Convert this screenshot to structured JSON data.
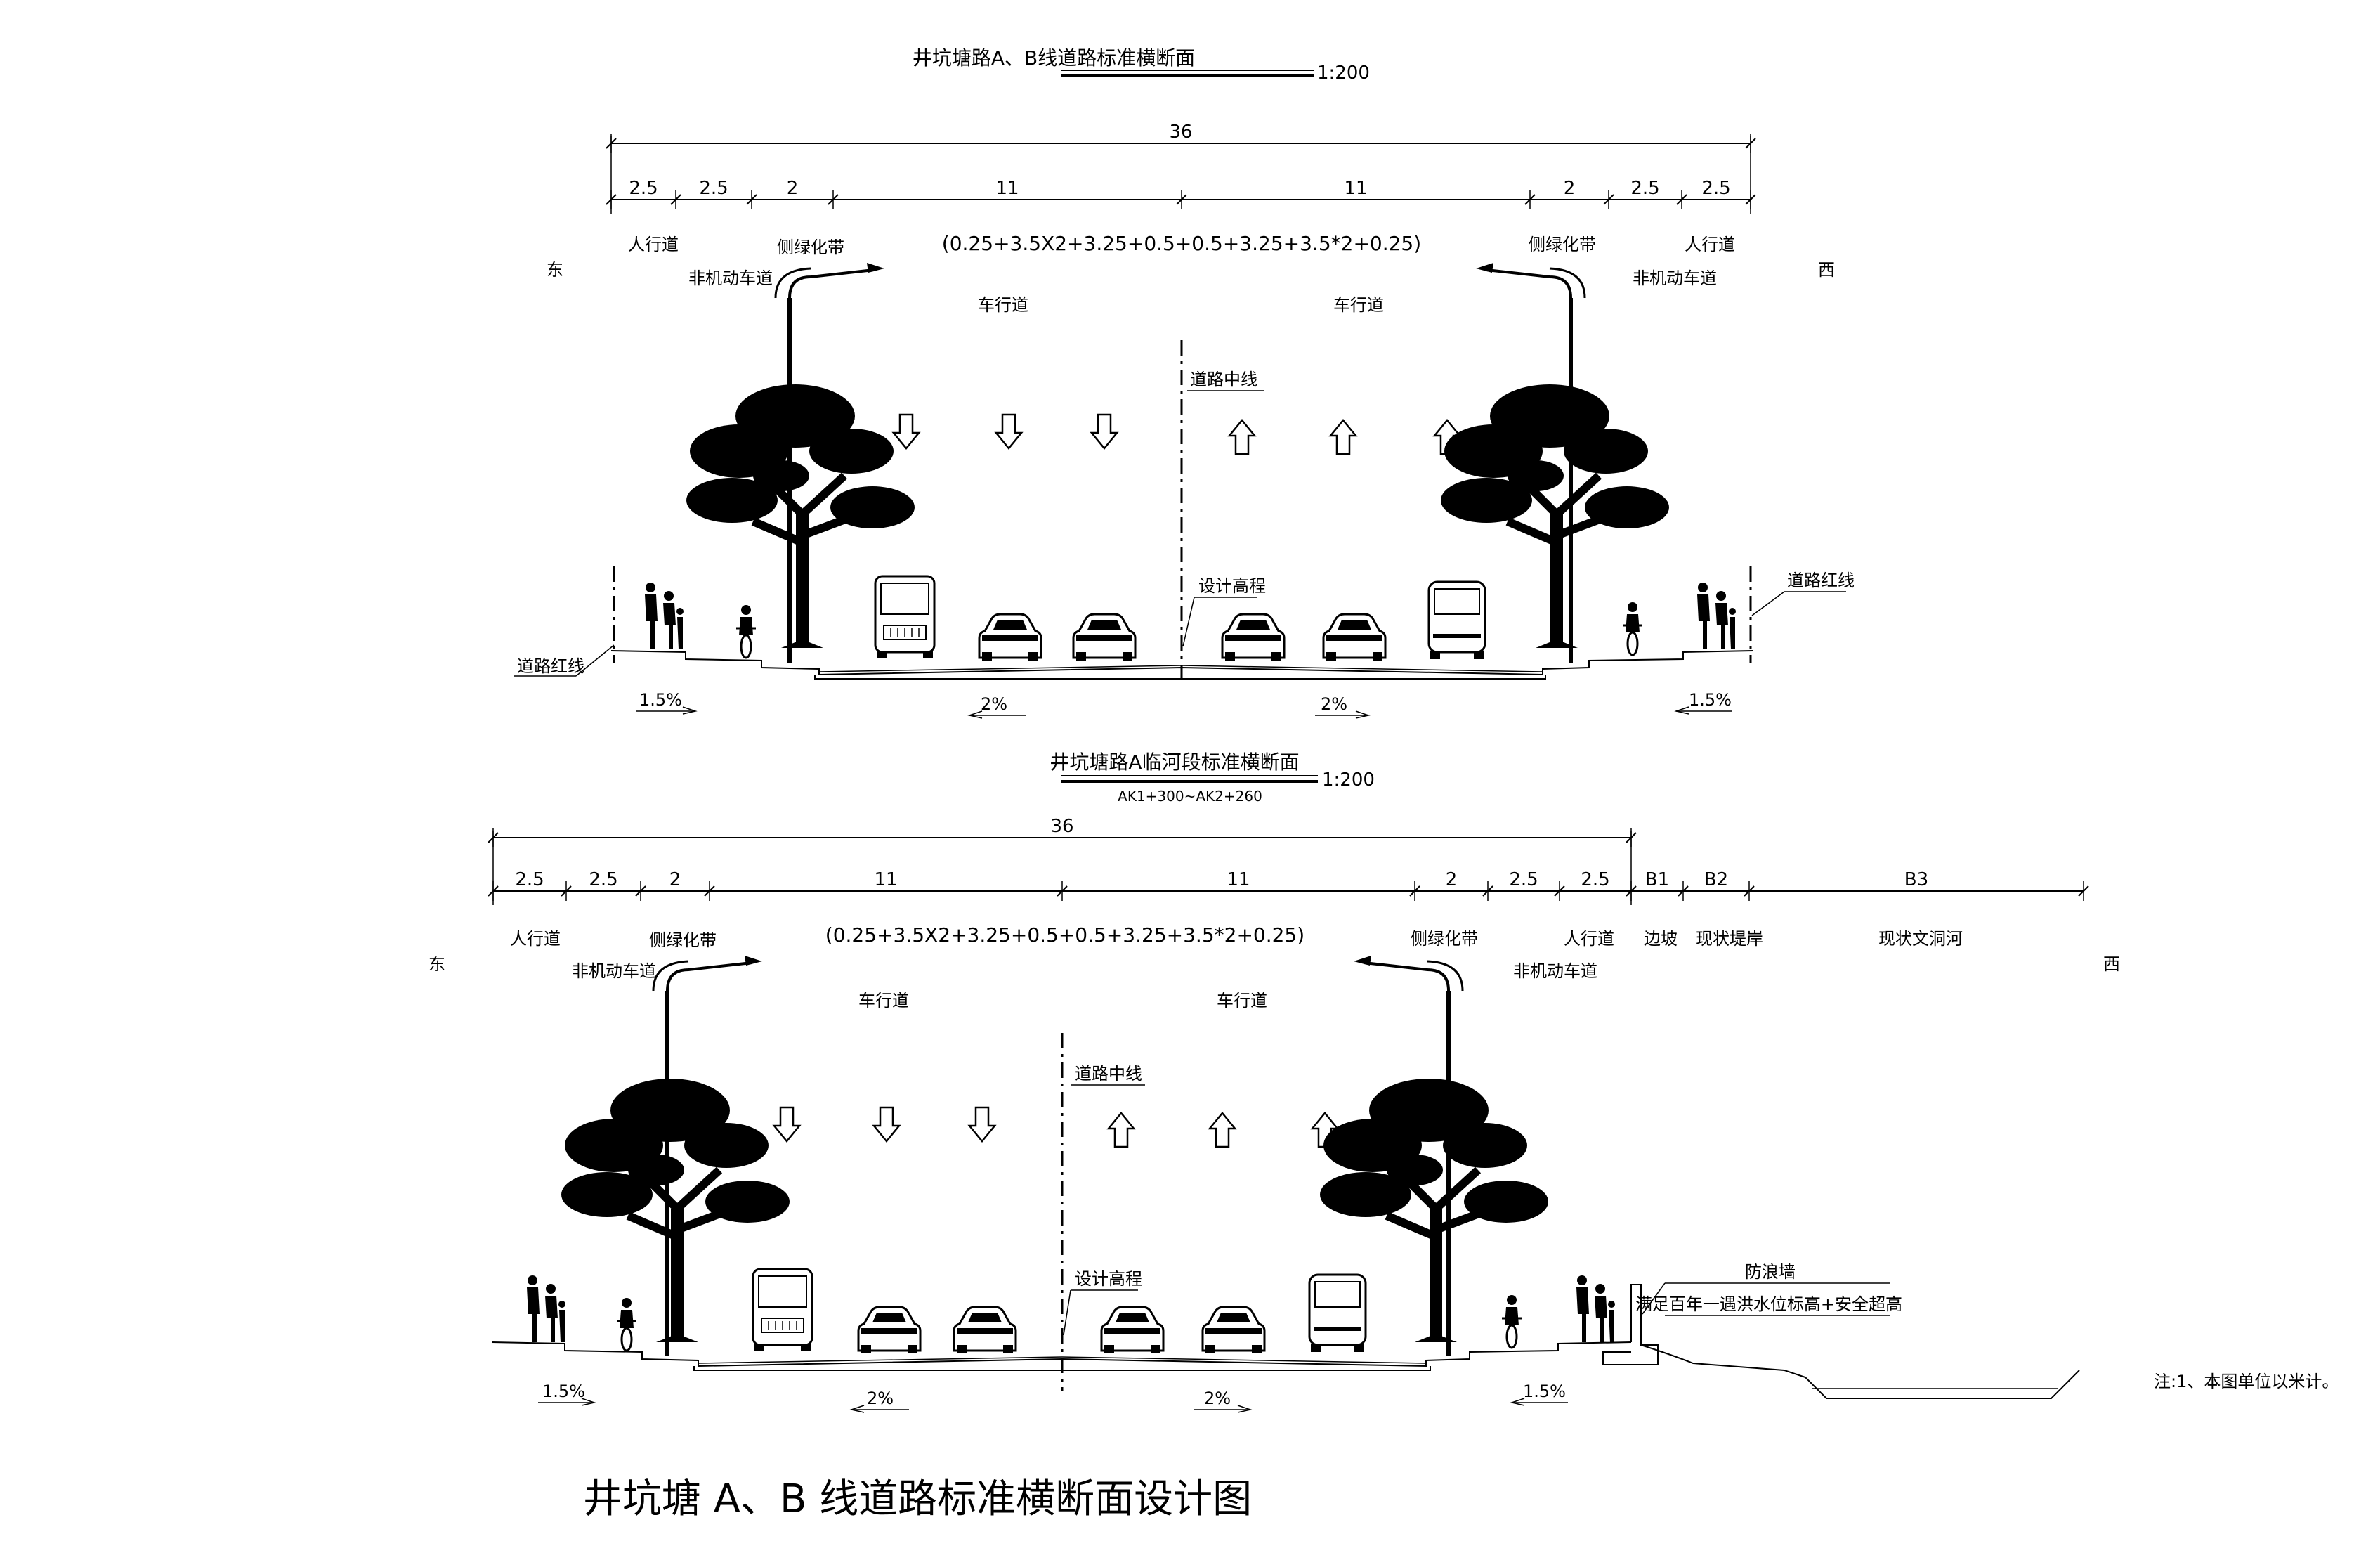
{
  "section1": {
    "title": "井坑塘路A、B线道路标准横断面",
    "scale": "1:200",
    "total_width": "36",
    "widths": [
      "2.5",
      "2.5",
      "2",
      "11",
      "11",
      "2",
      "2.5",
      "2.5"
    ],
    "formula": "(0.25+3.5X2+3.25+0.5+0.5+3.25+3.5*2+0.25)",
    "left_direction": "东",
    "right_direction": "西",
    "labels": {
      "sidewalk": "人行道",
      "green_belt": "侧绿化带",
      "bike_lane": "非机动车道",
      "carriageway": "车行道",
      "centerline": "道路中线",
      "design_elevation": "设计高程",
      "red_line": "道路红线"
    },
    "slopes": {
      "side": "1.5%",
      "main": "2%"
    }
  },
  "section2": {
    "title": "井坑塘路A临河段标准横断面",
    "scale": "1:200",
    "chainage": "AK1+300~AK2+260",
    "total_width": "36",
    "widths": [
      "2.5",
      "2.5",
      "2",
      "11",
      "11",
      "2",
      "2.5",
      "2.5",
      "B1",
      "B2",
      "B3"
    ],
    "formula": "(0.25+3.5X2+3.25+0.5+0.5+3.25+3.5*2+0.25)",
    "left_direction": "东",
    "right_direction": "西",
    "labels": {
      "sidewalk": "人行道",
      "green_belt": "侧绿化带",
      "bike_lane": "非机动车道",
      "carriageway": "车行道",
      "centerline": "道路中线",
      "design_elevation": "设计高程",
      "side_slope": "边坡",
      "existing_bank": "现状堤岸",
      "existing_river": "现状文洞河",
      "floodwall": "防浪墙",
      "floodwall_note": "满足百年一遇洪水位标高+安全超高"
    },
    "slopes": {
      "side": "1.5%",
      "main": "2%"
    }
  },
  "note": "注:1、本图单位以米计。",
  "drawing_title": "井坑塘 A、B 线道路标准横断面设计图"
}
